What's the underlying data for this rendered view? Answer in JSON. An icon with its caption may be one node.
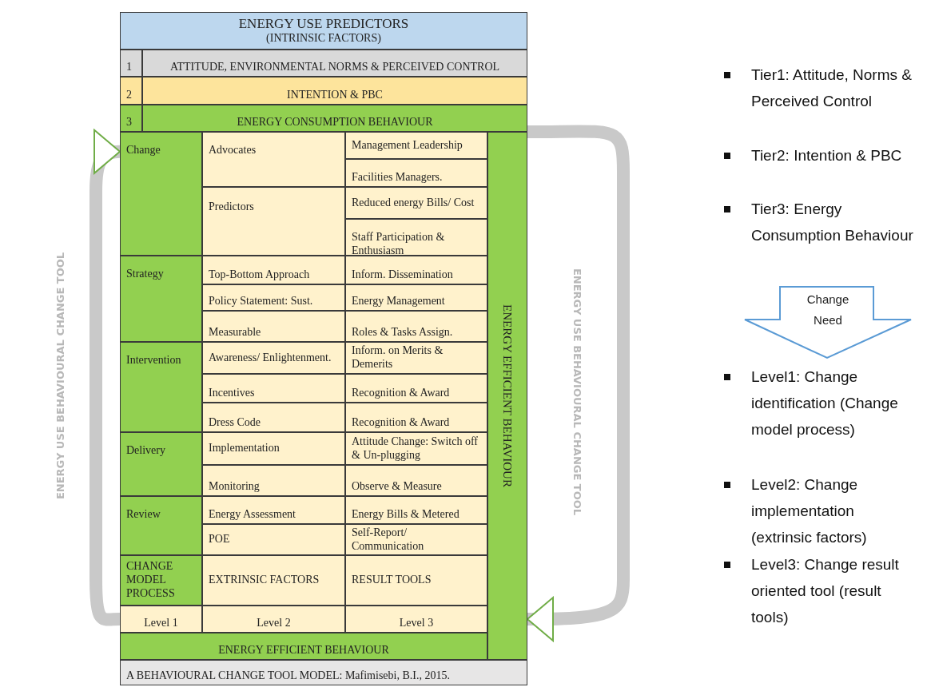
{
  "diagram": {
    "nodes": [
      {
        "text": [
          "ENERGY USE PREDICTORS",
          "(INTRINSIC FACTORS)"
        ]
      },
      {
        "text": [
          "1"
        ]
      },
      {
        "text": [
          "ATTITUDE, ENVIRONMENTAL NORMS & PERCEIVED CONTROL"
        ]
      },
      {
        "text": [
          "2"
        ]
      },
      {
        "text": [
          "INTENTION & PBC"
        ]
      },
      {
        "text": [
          "3"
        ]
      },
      {
        "text": [
          "ENERGY CONSUMPTION BEHAVIOUR"
        ]
      },
      {
        "text": [
          "Change"
        ]
      },
      {
        "text": [
          "Advocates"
        ]
      },
      {
        "text": [
          "Management Leadership"
        ]
      },
      {
        "text": [
          "Facilities Managers."
        ]
      },
      {
        "text": [
          "Predictors"
        ]
      },
      {
        "text": [
          "Reduced energy Bills/ Cost"
        ]
      },
      {
        "text": [
          "Staff Participation & Enthusiasm"
        ]
      },
      {
        "text": [
          "Strategy"
        ]
      },
      {
        "text": [
          "Top-Bottom Approach"
        ]
      },
      {
        "text": [
          "Inform. Dissemination"
        ]
      },
      {
        "text": [
          "Policy Statement: Sust."
        ]
      },
      {
        "text": [
          "Energy Management"
        ]
      },
      {
        "text": [
          "Measurable"
        ]
      },
      {
        "text": [
          "Roles & Tasks Assign."
        ]
      },
      {
        "text": [
          "Intervention"
        ]
      },
      {
        "text": [
          "Awareness/ Enlightenment."
        ]
      },
      {
        "text": [
          "Inform. on Merits & Demerits"
        ]
      },
      {
        "text": [
          "Incentives"
        ]
      },
      {
        "text": [
          "Recognition & Award"
        ]
      },
      {
        "text": [
          "Dress Code"
        ]
      },
      {
        "text": [
          "Recognition & Award"
        ]
      },
      {
        "text": [
          "Delivery"
        ]
      },
      {
        "text": [
          "Implementation"
        ]
      },
      {
        "text": [
          "Attitude Change: Switch off & Un-plugging"
        ]
      },
      {
        "text": [
          "Monitoring"
        ]
      },
      {
        "text": [
          "Observe & Measure"
        ]
      },
      {
        "text": [
          "Review"
        ]
      },
      {
        "text": [
          "Energy Assessment"
        ]
      },
      {
        "text": [
          "Energy Bills & Metered"
        ]
      },
      {
        "text": [
          "POE"
        ]
      },
      {
        "text": [
          "Self-Report/ Communication"
        ]
      },
      {
        "text": [
          "CHANGE MODEL PROCESS"
        ]
      },
      {
        "text": [
          "EXTRINSIC FACTORS"
        ]
      },
      {
        "text": [
          "RESULT TOOLS"
        ]
      },
      {
        "text": [
          "Level 1"
        ]
      },
      {
        "text": [
          "Level 2"
        ]
      },
      {
        "text": [
          "Level 3"
        ]
      },
      {
        "text": [
          "ENERGY EFFICIENT BEHAVIOUR"
        ]
      },
      {
        "text": [
          "ENERGY EFFICIENT BEHAVIOUR"
        ]
      },
      {
        "text": [
          "A BEHAVIOURAL CHANGE TOOL MODEL: Mafimisebi, B.I., 2015."
        ]
      },
      {
        "text": [
          "Change Need"
        ]
      }
    ],
    "edges": [
      {
        "from": 41,
        "to": 7,
        "arrow": "to",
        "label": "ENERGY USE BEHAVIOURAL CHANGE TOOL"
      },
      {
        "from": 6,
        "to": 44,
        "arrow": "to",
        "label": "ENERGY USE BEHAVIOURAL CHANGE TOOL"
      }
    ],
    "labels": [
      "Tier1: Attitude, Norms & Perceived Control",
      "Tier2: Intention & PBC",
      "Tier3: Energy Consumption Behaviour",
      "Level1: Change identification (Change model process)",
      "Level2: Change implementation (extrinsic factors)",
      "Level3: Change result oriented tool (result tools)"
    ]
  }
}
